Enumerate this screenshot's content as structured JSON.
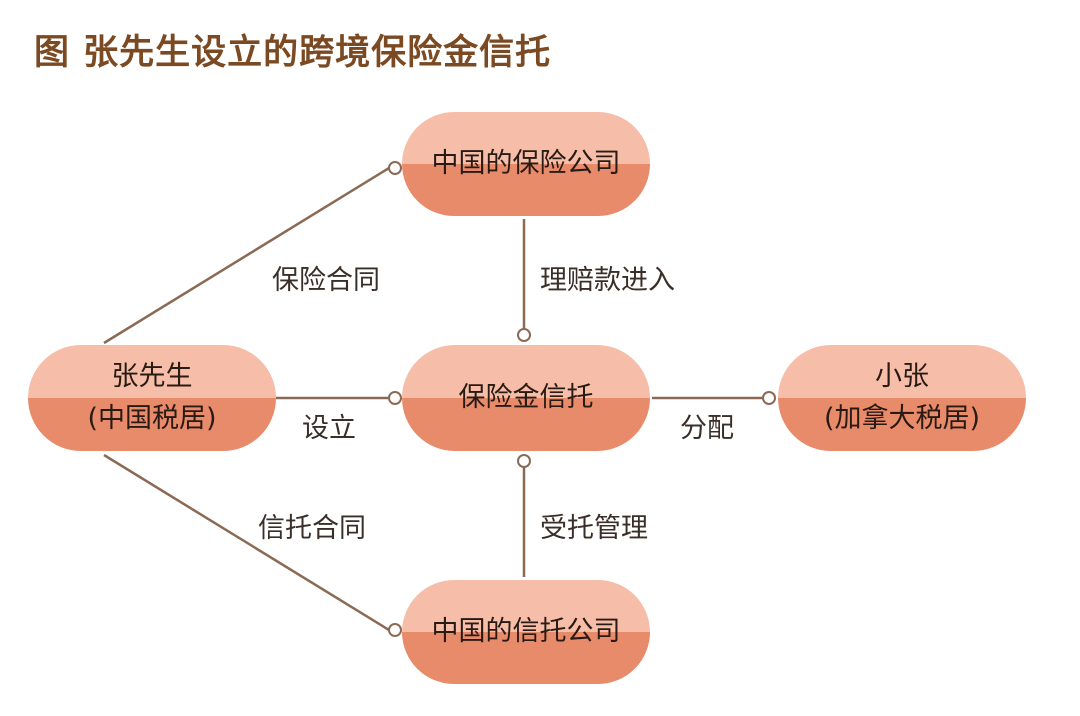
{
  "title": "图 张先生设立的跨境保险金信托",
  "nodes": {
    "insurance_company": {
      "line1": "中国的保险公司"
    },
    "mr_zhang": {
      "line1": "张先生",
      "line2": "(中国税居)"
    },
    "insurance_trust": {
      "line1": "保险金信托"
    },
    "xiao_zhang": {
      "line1": "小张",
      "line2": "(加拿大税居)"
    },
    "trust_company": {
      "line1": "中国的信托公司"
    }
  },
  "edges": {
    "insurance_contract": "保险合同",
    "claim_payment": "理赔款进入",
    "establish": "设立",
    "distribute": "分配",
    "trust_contract": "信托合同",
    "trustee_management": "受托管理"
  },
  "colors": {
    "title": "#7b4a22",
    "node_top": "#f6bea8",
    "node_bottom": "#e88b6b",
    "connector": "#8b6a55"
  }
}
